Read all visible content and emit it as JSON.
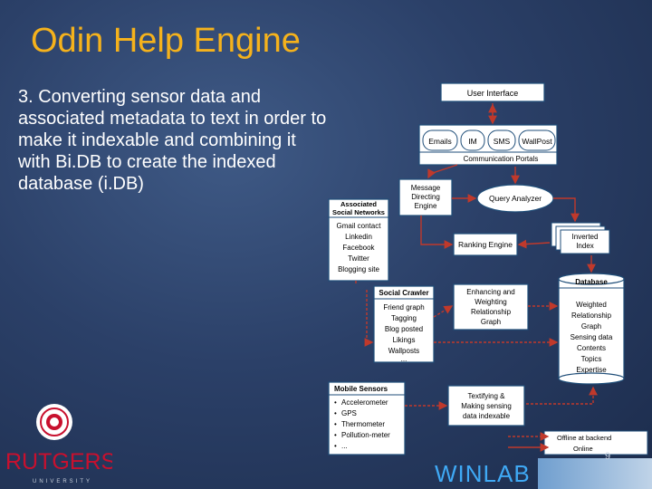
{
  "slide": {
    "title": "Odin Help Engine",
    "body": "3. Converting sensor data and associated metadata to text in order to make it indexable and combining it with Bi.DB to create the indexed database (i.DB)",
    "page_number": "9"
  },
  "diagram": {
    "user_interface": "User Interface",
    "channels": [
      "Emails",
      "IM",
      "SMS",
      "WallPost"
    ],
    "communication_portals": "Communication Portals",
    "message_directing_engine": [
      "Message",
      "Directing",
      "Engine"
    ],
    "query_analyzer": "Query Analyzer",
    "inverted_index": [
      "Inverted",
      "Index"
    ],
    "ranking_engine": "Ranking Engine",
    "social_networks": {
      "header": [
        "Associated",
        "Social Networks"
      ],
      "items": [
        "Gmail contact",
        "Linkedin",
        "Facebook",
        "Twitter",
        "Blogging site"
      ]
    },
    "social_crawler": {
      "header": "Social Crawler",
      "items": [
        "Friend graph",
        "Tagging",
        "Blog posted",
        "Likings",
        "Wallposts",
        "..."
      ]
    },
    "enhancing": [
      "Enhancing and",
      "Weighting",
      "Relationship",
      "Graph"
    ],
    "database": {
      "header": "Database",
      "items": [
        "Weighted",
        "Relationship",
        "Graph",
        "Sensing data",
        "Contents",
        "Topics",
        "Expertise"
      ]
    },
    "mobile_sensors": {
      "header": "Mobile Sensors",
      "items": [
        "Accelerometer",
        "GPS",
        "Thermometer",
        "Pollution-meter",
        "..."
      ]
    },
    "textifying": [
      "Textifying &",
      "Making sensing",
      "data indexable"
    ],
    "legend": {
      "offline": "Offline at backend",
      "online": "Online"
    }
  },
  "logos": {
    "rutgers": "RUTGERS",
    "rutgers_sub": "UNIVERSITY",
    "winlab": "WINLAB"
  },
  "colors": {
    "title": "#f5b21c",
    "arrow": "#c0392b",
    "box_border": "#1f4e79",
    "winlab": "#3fa9f5",
    "rutgers": "#c8102e"
  }
}
